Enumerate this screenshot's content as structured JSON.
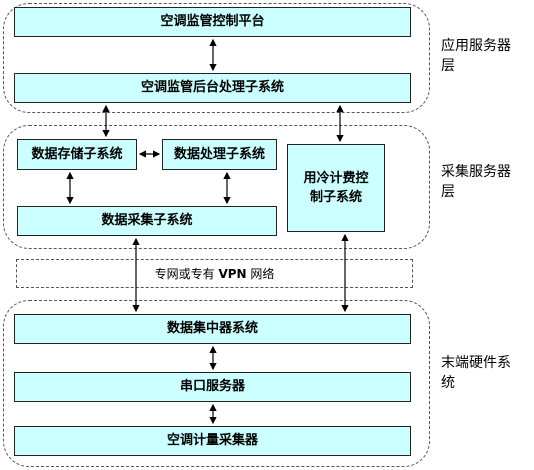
{
  "layers": {
    "application": {
      "label": "应用服务器层"
    },
    "collection": {
      "label": "采集服务器层"
    },
    "terminal": {
      "label": "末端硬件系统"
    }
  },
  "boxes": {
    "platform": "空调监管控制平台",
    "backend": "空调监管后台处理子系统",
    "storage": "数据存储子系统",
    "processing": "数据处理子系统",
    "cooling_control": "用冷计费控制子系统",
    "acquisition": "数据采集子系统",
    "concentrator": "数据集中器系统",
    "serial_server": "串口服务器",
    "meter_collector": "空调计量采集器"
  },
  "network": {
    "label_prefix": "专网或专有 ",
    "label_vpn": "VPN",
    "label_suffix": " 网络"
  }
}
